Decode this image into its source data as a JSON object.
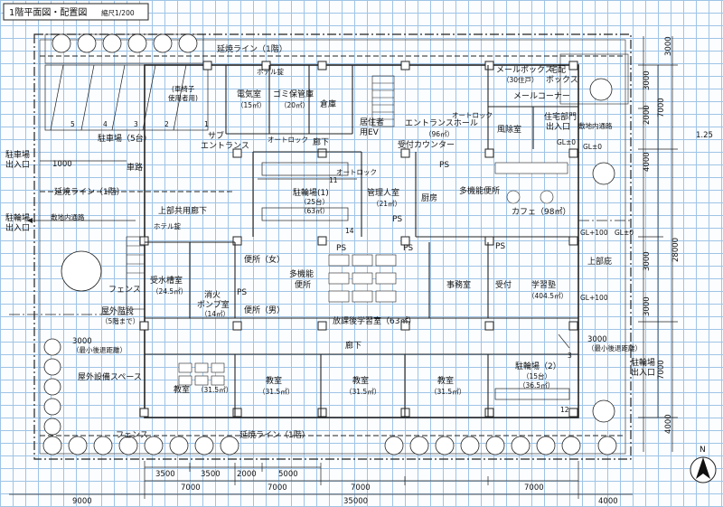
{
  "title": {
    "main": "1階平面図・配置図",
    "scale": "縮尺1/200"
  },
  "rooms": {
    "parking": "駐車場（5台）",
    "wheelchair_for": "(車椅子",
    "wheelchair_use": "使用者用)",
    "electric": "電気室",
    "electric_area": "（15㎡）",
    "garbage": "ゴミ保管庫",
    "garbage_area": "（20㎡）",
    "storage": "倉庫",
    "resident_ev": "居住者",
    "resident_ev2": "用EV",
    "entrance_hall": "エントランスホール",
    "entrance_area": "（96㎡）",
    "mailbox": "メールボックス",
    "mailbox_units": "（30住戸）",
    "delivery": "宅配",
    "delivery2": "ボックス",
    "mail_corner": "メールコーナー",
    "wind_room": "風除室",
    "housing_entry": "住宅部門",
    "housing_entry2": "出入口",
    "sub_entrance": "サブ",
    "sub_entrance2": "エントランス",
    "corridor": "廊下",
    "reception_counter": "受付カウンター",
    "bike_parking": "駐輪場(1)",
    "bike_parking_count": "（25台）",
    "bike_parking_area": "（63㎡）",
    "manager_room": "管理人室",
    "manager_area": "（21㎡）",
    "kitchen": "厨房",
    "multi_toilet": "多機能便所",
    "cafe": "カフェ（98㎡）",
    "common_corridor": "上部共用廊下",
    "road": "車路",
    "fire_line_1f": "延焼ライン（1階）",
    "site_path": "敷地内通路",
    "hotel_lock": "ホテル錠",
    "toilet_f": "便所（女）",
    "toilet_m": "便所（男）",
    "multi_toilet2a": "多機能",
    "multi_toilet2b": "便所",
    "water_tank": "受水槽室",
    "water_tank_area": "（24.5㎡）",
    "fire_pump": "消火",
    "fire_pump2": "ポンプ室",
    "fire_pump_area": "（14㎡）",
    "fence": "フェンス",
    "outdoor_stairs": "屋外階段",
    "outdoor_stairs2": "（5階まで）",
    "study_room": "放課後学習室（63㎡）",
    "office": "事務室",
    "reception": "受付",
    "cram": "学習塾",
    "cram_area": "（404.5㎡）",
    "upper_eaves": "上部庇",
    "outdoor_equipment": "屋外設備スペース",
    "classroom": "教室",
    "classroom_area": "（31.5㎡）",
    "bike_parking2": "駐輪場（2）",
    "bike_parking2_count": "（15台）",
    "bike_parking2_area": "（36.5㎡）",
    "min_setback": "（最小後退距離）",
    "auto_lock": "オートロック",
    "parking_entry": "駐車場",
    "parking_entry2": "出入口",
    "bike_entry": "駐輪場",
    "bike_entry2": "出入口",
    "ps": "PS",
    "gl0": "GL±0",
    "gl100": "GL+100",
    "north": "N"
  },
  "dims": {
    "bottom_row1": [
      "3500",
      "3500",
      "2000",
      "5000"
    ],
    "bottom_row2": [
      "7000",
      "7000",
      "7000",
      "7000"
    ],
    "bottom_total": [
      "9000",
      "35000",
      "4000"
    ],
    "right_upper": [
      "3000",
      "2000",
      "3000",
      "4000"
    ],
    "right_lower": [
      "3000",
      "3000",
      "3000",
      "4000"
    ],
    "right_mid": [
      "7000",
      "28000",
      "7000"
    ],
    "other": [
      "1000",
      "3000",
      "1.25"
    ],
    "parking_numbers": [
      "5",
      "4",
      "3",
      "2",
      "1"
    ],
    "bike_numbers": [
      "11",
      "14",
      "3",
      "12"
    ]
  }
}
